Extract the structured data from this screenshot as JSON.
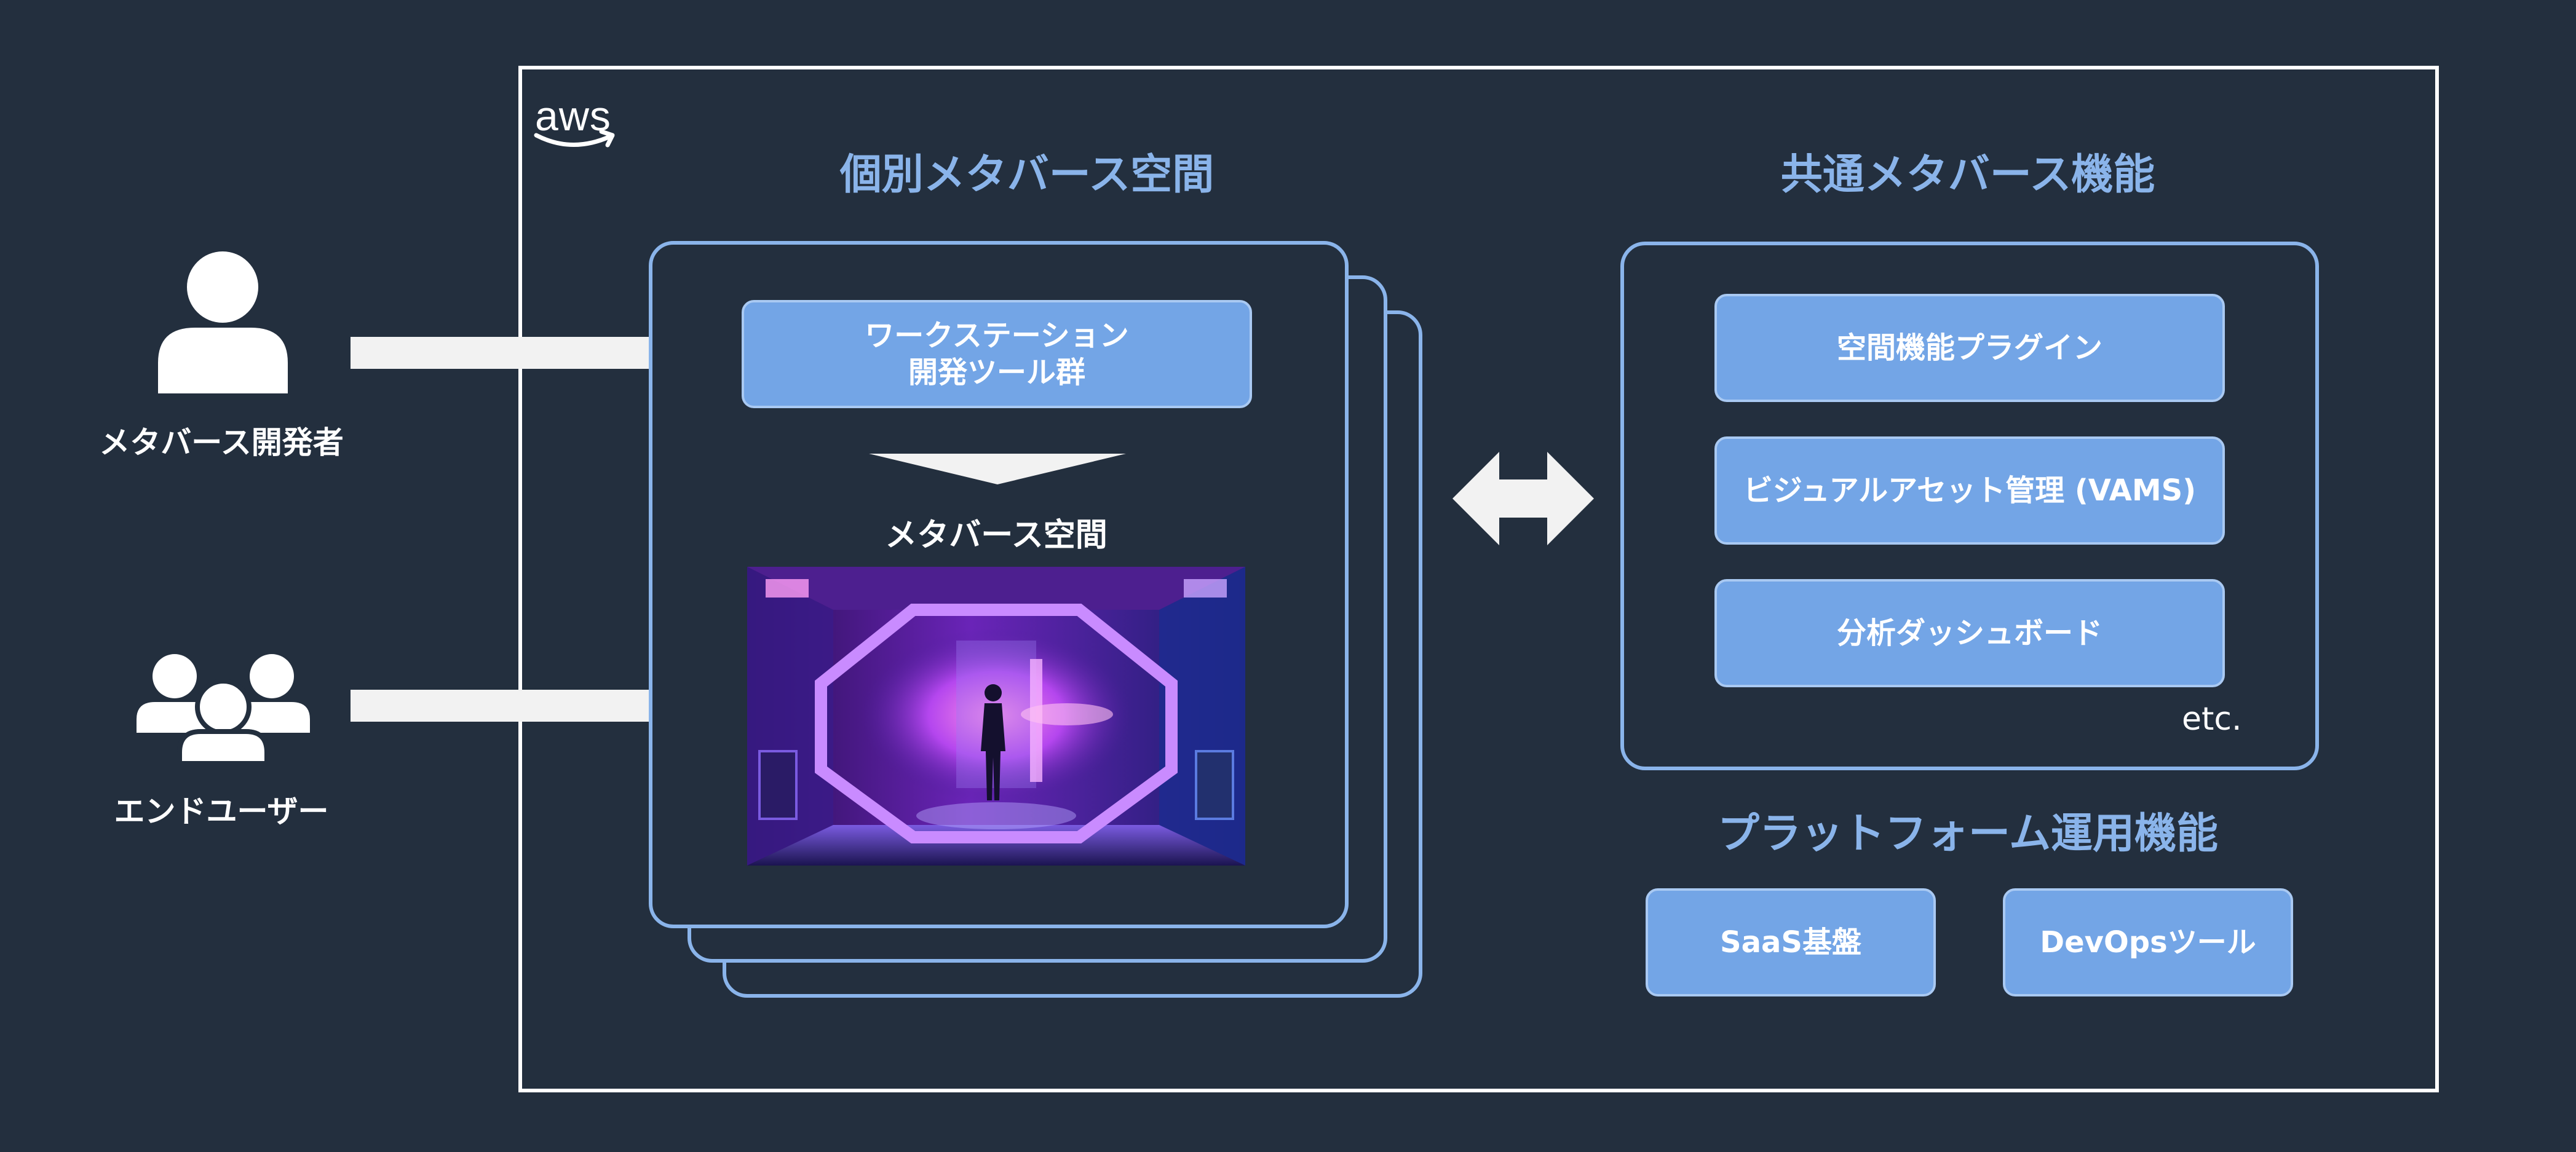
{
  "colors": {
    "background": "#232f3e",
    "accent": "#8ab4ea",
    "box_fill": "#73a5e6",
    "frame": "#ffffff",
    "arrow": "#f2f2f2"
  },
  "aws": {
    "logo_text": "aws",
    "icon": "aws-logo-icon"
  },
  "actors": {
    "developer": {
      "label": "メタバース開発者",
      "icon": "user-icon"
    },
    "end_users": {
      "label": "エンドユーザー",
      "icon": "users-group-icon"
    }
  },
  "individual": {
    "title": "個別メタバース空間",
    "workstation_line1": "ワークステーション",
    "workstation_line2": "開発ツール群",
    "space_label": "メタバース空間",
    "image": "sci-fi-corridor-image"
  },
  "common": {
    "title": "共通メタバース機能",
    "items": [
      "空間機能プラグイン",
      "ビジュアルアセット管理 (VAMS)",
      "分析ダッシュボード"
    ],
    "etc": "etc."
  },
  "platform": {
    "title": "プラットフォーム運用機能",
    "items": [
      "SaaS基盤",
      "DevOpsツール"
    ]
  }
}
